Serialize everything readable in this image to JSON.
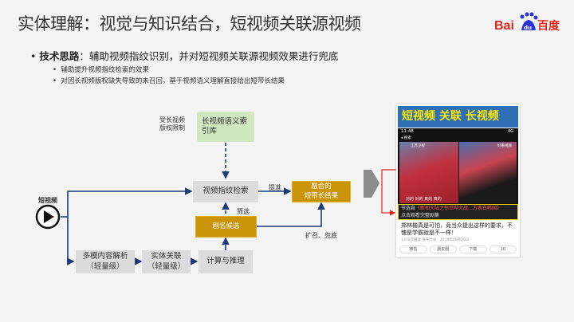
{
  "header": {
    "title": "实体理解：视觉与知识结合，短视频关联源视频",
    "logo_text": "Bai百度",
    "logo_du": "du"
  },
  "bullets": {
    "main_bold": "技术思路",
    "main_text": "：辅助视频指纹识别，并对短视频关联源视频效果进行兜底",
    "subs": [
      "辅助提升视频指纹检索的效果",
      "对因长视频版权缺失导致的未召回，基于视频语义理解直接给出短带长结果"
    ]
  },
  "diagram": {
    "input_label": "短视频",
    "restriction_label": "受长视频\n版权限制",
    "index_box": "长视频语义索引库",
    "fingerprint_box": "视频指纹检索",
    "fused_box": "融合的\n短带长结果",
    "candidate_box": "剧名候选",
    "parse_box": "多模内容解析\n（轻量级）",
    "entity_box": "实体关联\n（轻量级）",
    "reason_box": "计算与推理",
    "edge_precision": "提准",
    "edge_filter": "筛选",
    "edge_recall": "扩召、兜底"
  },
  "phone": {
    "banner": "短视频 关联 长视频",
    "time": "11:48",
    "signal": "4G",
    "back": "◂ 搜索",
    "channel_left": "江苏卫视",
    "channel_right": "好看视频",
    "subtitle": "对的  对的  真的  真的",
    "caption_prefix": "节选自",
    "caption_link": "《新相大陆之惊世哔大战…方表白韩国》",
    "caption_suffix": "点击观看完整剧集",
    "headline": "郑林楷真是可怕，竟当众提出这样的要求，不愧是学霸就是不一样！",
    "meta": "1170次播放    发布时间：2019年06月20日",
    "actions": [
      "微信",
      "朋友圈",
      "下载",
      "10"
    ]
  },
  "colors": {
    "gold": "#c9940a",
    "arrow": "#1f3b7a",
    "banner": "#2f6fb5",
    "highlight": "#e02020"
  }
}
